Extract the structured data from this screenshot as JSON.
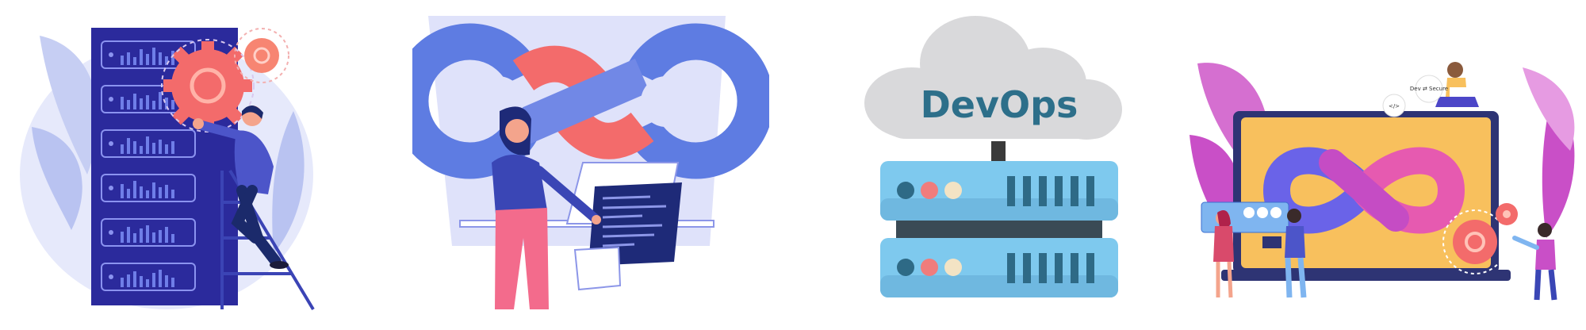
{
  "illustrations": [
    {
      "name": "server-maintenance-illustration"
    },
    {
      "name": "devops-infinity-puzzle-illustration"
    },
    {
      "name": "devops-cloud-server-illustration",
      "label": "DevOps"
    },
    {
      "name": "devops-team-laptop-illustration",
      "badge": "Dev ⇄ Secure"
    }
  ],
  "colors": {
    "navy": "#2b2a9c",
    "lavender": "#c9cdf4",
    "coral": "#f36b6b",
    "pink": "#f7a8c4",
    "blue": "#5e7ce2",
    "sky": "#7ec9ee",
    "devopsText": "#2d6f8a",
    "cloud": "#d9d9db"
  }
}
